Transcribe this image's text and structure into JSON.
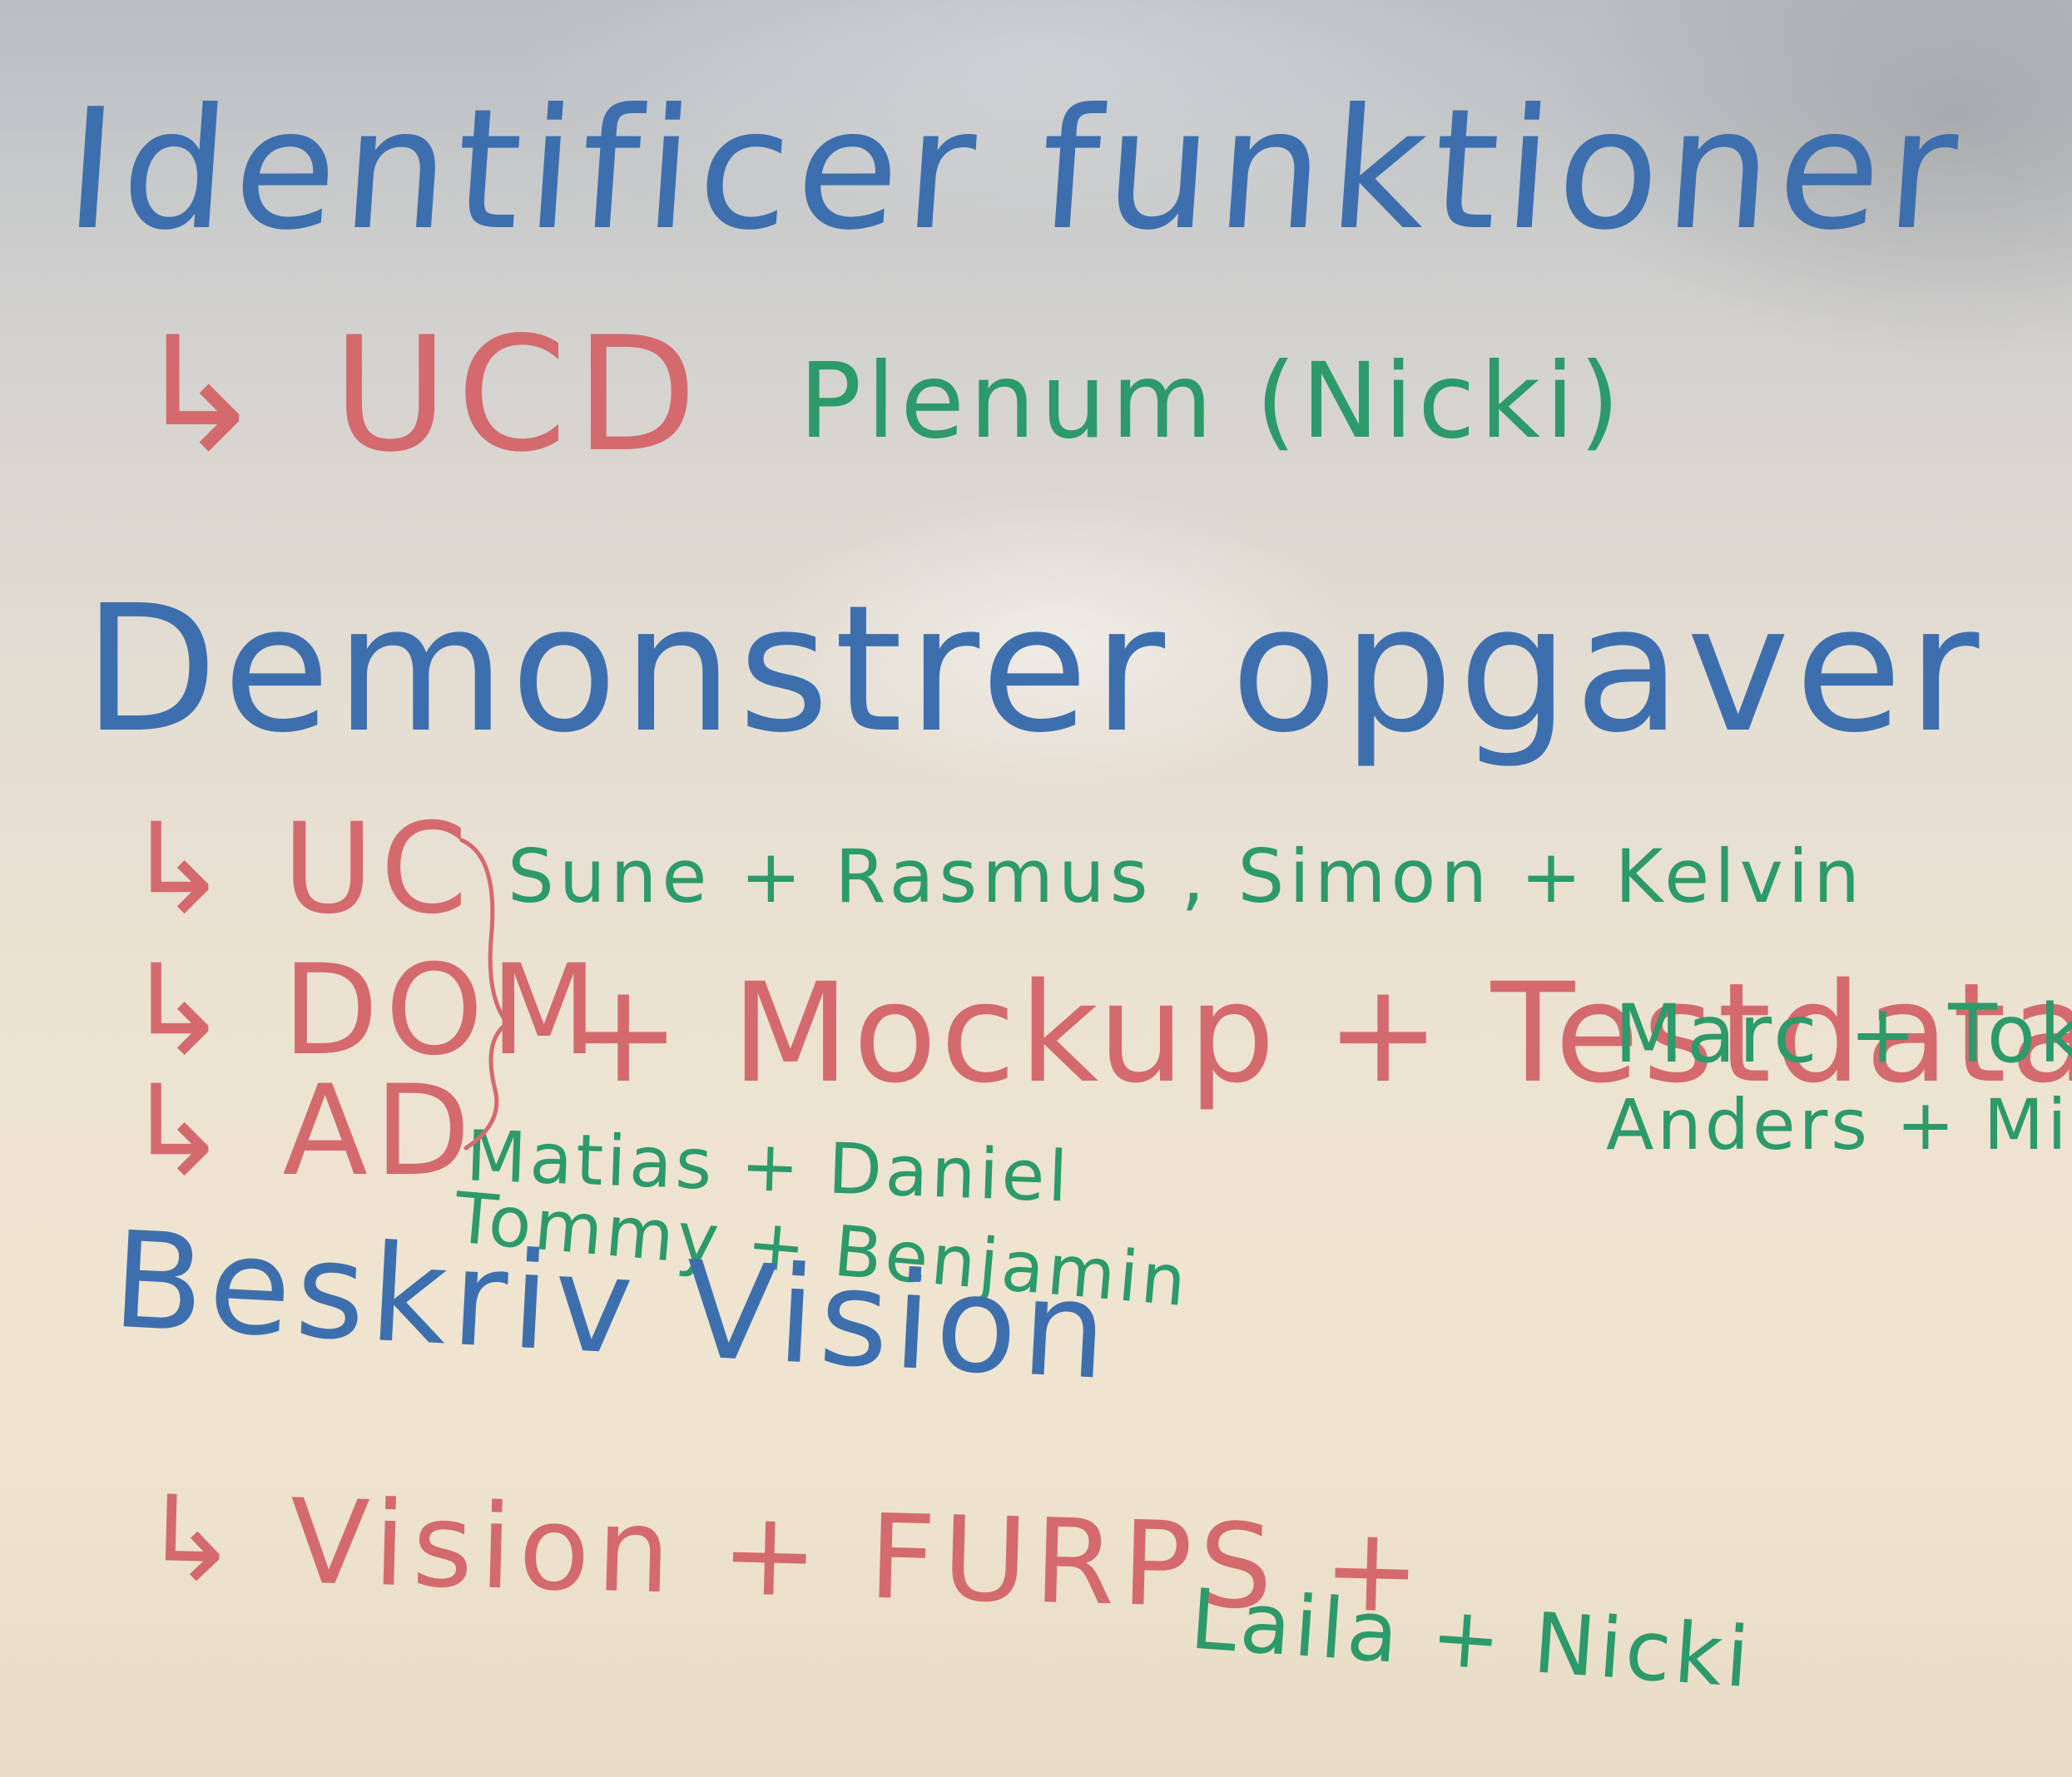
{
  "whiteboard": {
    "identificer": "Identificer funktioner",
    "ucd": "↳ UCD",
    "plenum": "Plenum (Nicki)",
    "demonstrer": "Demonstrer opgaver",
    "uc": "↳ UC",
    "uc_names": "Sune + Rasmus , Simon + Kelvin",
    "dom": "↳ DOM",
    "mockup": "+ Mockup + Testdata",
    "marc": "Marc + Toke",
    "anders": "Anders + Mike",
    "ad": "↳ AD",
    "matias": "Matias + Daniel",
    "tommy": "Tommy + Benjamin",
    "beskriv": "Beskriv Vision",
    "vision": "↳ Vision + FURPS +",
    "laila": "Laila + Nicki"
  },
  "ink_colors": {
    "blue": "#3d6fae",
    "red": "#d46a6e",
    "green": "#2c9a6a"
  }
}
